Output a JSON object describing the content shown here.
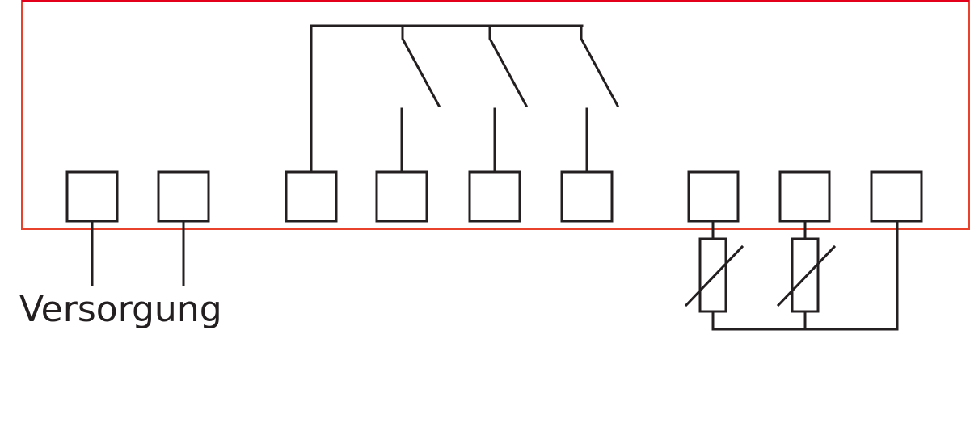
{
  "diagram": {
    "supply_label": "Versorgung",
    "terminal_count": 9,
    "relay_contact_count": 3,
    "sensor_count": 2
  },
  "colors": {
    "housing_outline": "#e8412c",
    "housing_top_edge": "#e3001b",
    "wire": "#231f20"
  }
}
